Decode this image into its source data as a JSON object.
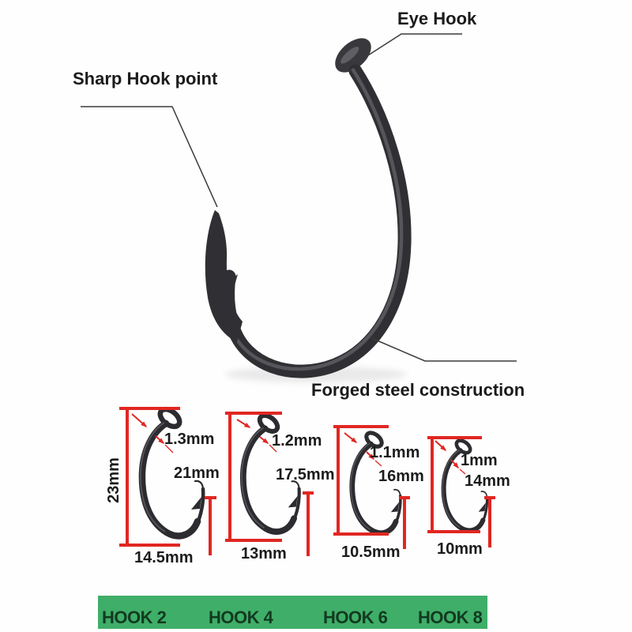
{
  "title_labels": {
    "eye_hook": "Eye Hook",
    "sharp_hook_point": "Sharp Hook point",
    "forged_steel": "Forged steel construction"
  },
  "hooks": [
    {
      "name": "HOOK 2",
      "total_length": "23mm",
      "wire_diameter": "1.3mm",
      "point_length": "21mm",
      "width": "14.5mm"
    },
    {
      "name": "HOOK 4",
      "wire_diameter": "1.2mm",
      "point_length": "17.5mm",
      "width": "13mm"
    },
    {
      "name": "HOOK 6",
      "wire_diameter": "1.1mm",
      "point_length": "16mm",
      "width": "10.5mm"
    },
    {
      "name": "HOOK 8",
      "wire_diameter": "1mm",
      "point_length": "14mm",
      "width": "10mm"
    }
  ],
  "banner": {
    "background": "#3fae68",
    "text_color": "#123a20"
  },
  "colors": {
    "measurement_red": "#e02722",
    "hook_metal": "#303034",
    "label_text": "#1b1b1b",
    "background": "#ffffff"
  }
}
